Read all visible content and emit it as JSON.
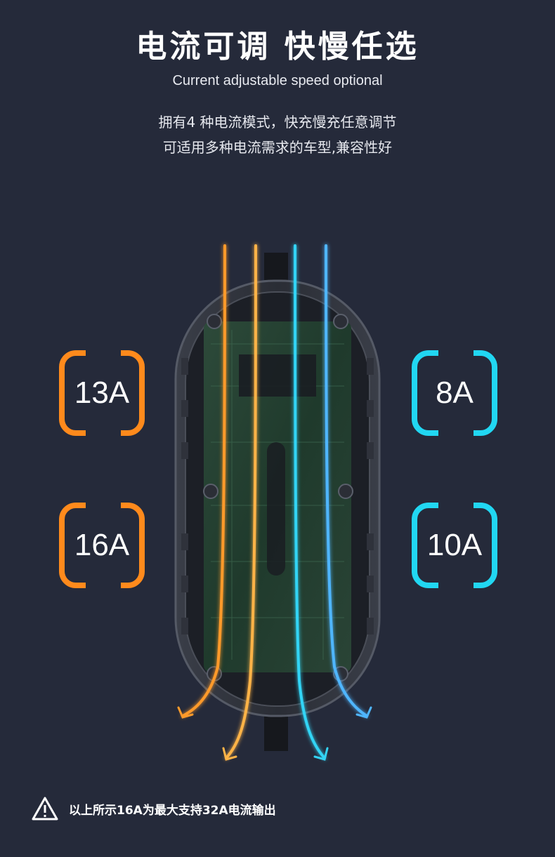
{
  "header": {
    "title": "电流可调 快慢任选",
    "subtitle": "Current adjustable speed optional",
    "description_line1": "拥有4 种电流模式，快充慢充任意调节",
    "description_line2": "可适用多种电流需求的车型,兼容性好"
  },
  "modes": {
    "left_top": "13A",
    "left_bottom": "16A",
    "right_top": "8A",
    "right_bottom": "10A"
  },
  "colors": {
    "background": "#252a3a",
    "orange": "#ff8a1c",
    "cyan": "#21d7f2"
  },
  "footer": {
    "icon": "warning-icon",
    "note": "以上所示16A为最大支持32A电流输出"
  }
}
